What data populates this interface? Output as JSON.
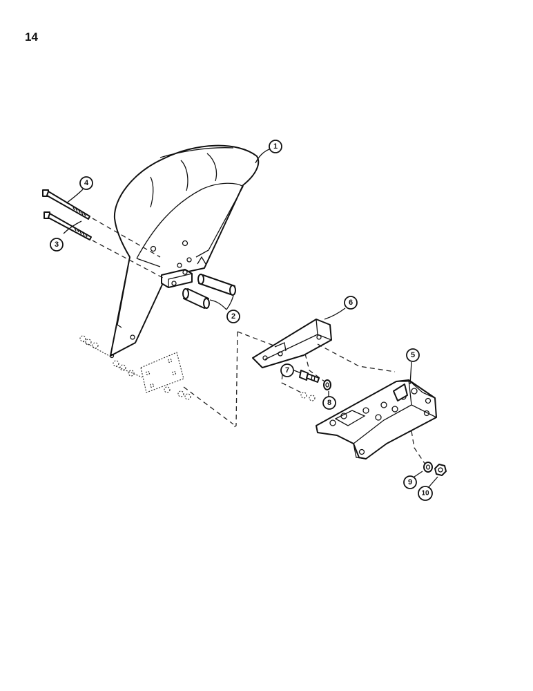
{
  "page": {
    "number": "14"
  },
  "callouts": [
    {
      "label": "1",
      "part": "fender"
    },
    {
      "label": "2",
      "part": "spacer"
    },
    {
      "label": "3",
      "part": "bolt"
    },
    {
      "label": "4",
      "part": "bolt"
    },
    {
      "label": "5",
      "part": "mounting bracket"
    },
    {
      "label": "6",
      "part": "support arm"
    },
    {
      "label": "7",
      "part": "bolt"
    },
    {
      "label": "8",
      "part": "washer"
    },
    {
      "label": "9",
      "part": "lock washer"
    },
    {
      "label": "10",
      "part": "nut"
    }
  ]
}
